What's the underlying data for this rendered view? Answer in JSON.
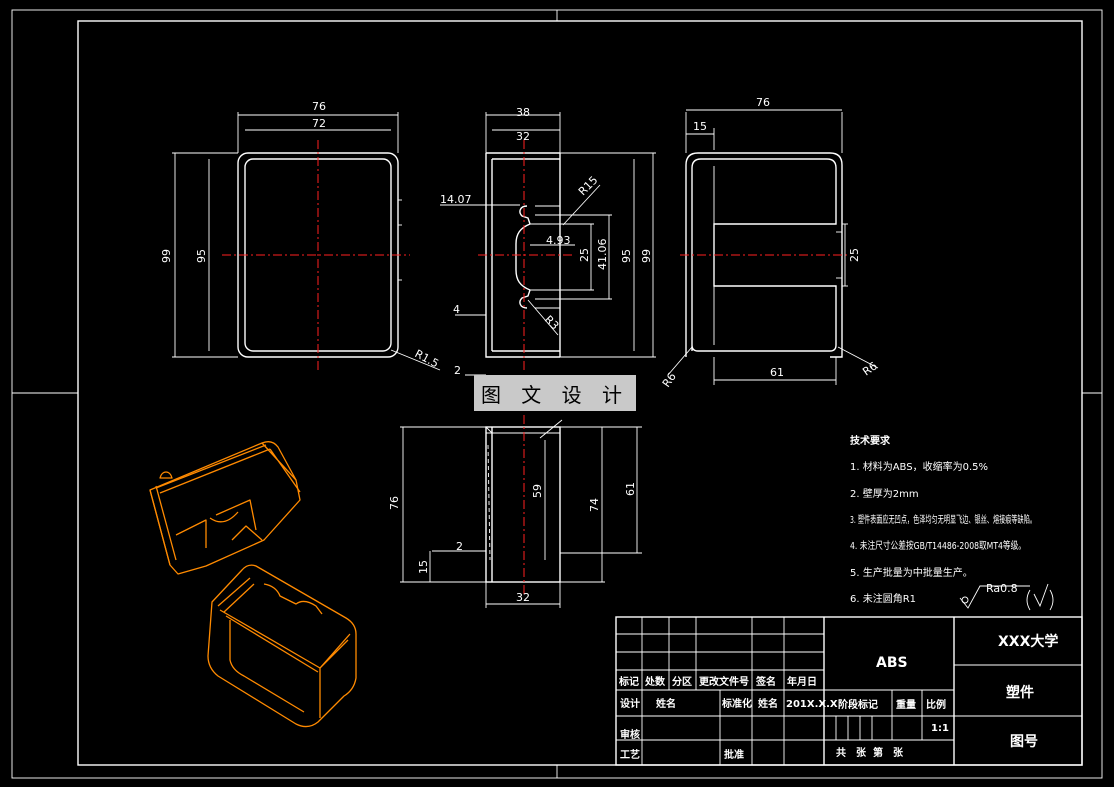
{
  "dims": {
    "front_w_outer": "76",
    "front_w_inner": "72",
    "front_h_outer": "99",
    "front_h_inner": "95",
    "front_radius": "R1.5",
    "side_w_outer": "38",
    "side_w_inner": "32",
    "side_offset": "14.07",
    "side_radius_top": "R15",
    "side_slot_w": "4.93",
    "side_slot_h": "25",
    "side_slot_total": "41.06",
    "side_h_inner": "95",
    "side_h_outer": "99",
    "side_gap": "4",
    "side_radius_bottom": "R3",
    "side_wall": "2",
    "rear_w": "76",
    "rear_offset": "15",
    "rear_slot": "25",
    "rear_bottom_w": "61",
    "rear_radius_left": "R6",
    "rear_radius_right": "R6",
    "bottom_h": "76",
    "bottom_59": "59",
    "bottom_74": "74",
    "bottom_61": "61",
    "bottom_wall": "2",
    "bottom_15": "15",
    "bottom_w": "32"
  },
  "watermark": "图 文 设 计",
  "notes": {
    "title": "技术要求",
    "items": [
      "1. 材料为ABS，收缩率为0.5%",
      "2. 壁厚为2mm",
      "3. 塑件表面应无凹点，色泽均匀无明显飞边、银丝、熔接痕等缺陷。",
      "4. 未注尺寸公差按GB/T14486-2008取MT4等级。",
      "5. 生产批量为中批量生产。",
      "6. 未注圆角R1"
    ],
    "roughness": "Ra0.8"
  },
  "title_block": {
    "h_mark": "标记",
    "h_count": "处数",
    "h_zone": "分区",
    "h_docno": "更改文件号",
    "h_sign": "签名",
    "h_date": "年月日",
    "design": "设计",
    "name": "姓名",
    "standard": "标准化",
    "name2": "姓名",
    "date_val": "201X.X.X",
    "stage": "阶段标记",
    "weight": "重量",
    "scale": "比例",
    "scale_val": "1:1",
    "review": "审核",
    "process": "工艺",
    "approve": "批准",
    "sheets": "共　张  第　张",
    "material": "ABS",
    "school": "XXX大学",
    "part": "塑件",
    "drawing_no": "图号"
  }
}
